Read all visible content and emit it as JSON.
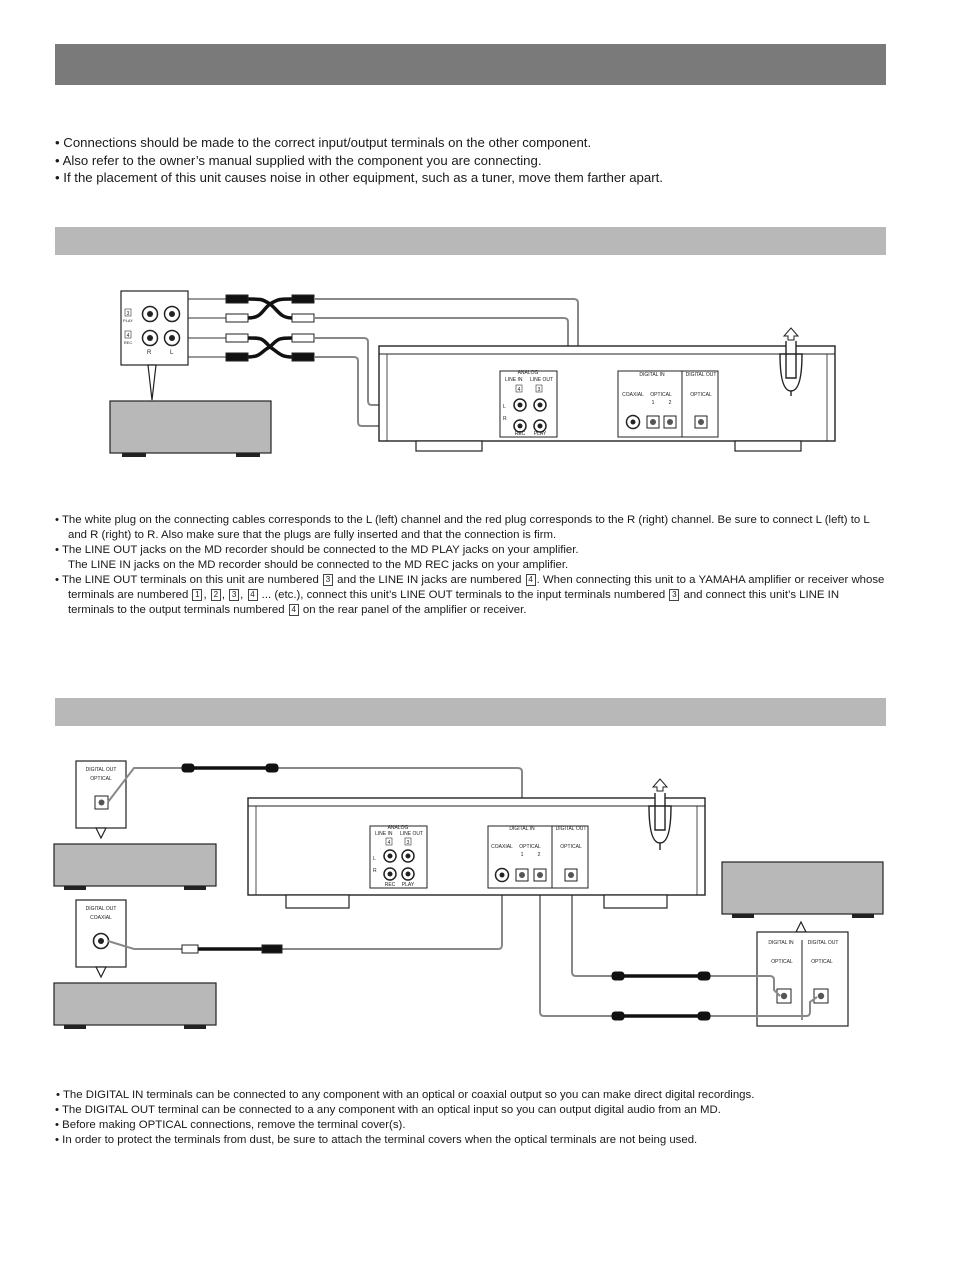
{
  "intro": [
    "Connections should be made to the correct input/output terminals on the other component.",
    "Also refer to the owner’s manual supplied with the component you are connecting.",
    "If the placement of this unit causes noise in other equipment, such as a tuner, move them farther apart."
  ],
  "bullet": "•",
  "analog_notes": {
    "n1": "The white plug on the connecting cables corresponds to the L (left) channel and the red plug corresponds to the R (right) channel. Be sure to connect L (left) to L and R (right) to R. Also make sure that the plugs are fully inserted and that the connection is firm.",
    "n2a": "The LINE OUT jacks on the MD recorder should be connected to the MD PLAY jacks on your amplifier.",
    "n2b": "The LINE IN jacks on the MD recorder should be connected to the MD REC jacks on your amplifier.",
    "n3": {
      "t1": "The LINE OUT terminals on this unit are numbered",
      "t2": "and the LINE IN jacks are numbered",
      "t3": ". When connecting this unit to a YAMAHA amplifier or receiver whose terminals are numbered",
      "t4": "... (etc.), connect this unit’s LINE OUT terminals to the input terminals numbered",
      "t5": "and connect this unit’s LINE IN terminals to the output terminals numbered",
      "t6": "on the rear panel of the amplifier or receiver.",
      "sep": ",",
      "num1": "1",
      "num2": "2",
      "num3": "3",
      "num4": "4"
    }
  },
  "digital_notes": {
    "n1": "The DIGITAL IN terminals can be connected to any component with an optical or coaxial output so you can make direct digital recordings.",
    "n2": "The DIGITAL OUT terminal can be connected to a any component with an optical input so you can output digital audio from an MD.",
    "n3": "Before making OPTICAL connections, remove the terminal cover(s).",
    "n4": "In order to protect the terminals from dust, be sure to attach the terminal covers when the optical terminals are not being used."
  },
  "panel": {
    "analog": "ANALOG",
    "line_in": "LINE IN",
    "line_out": "LINE OUT",
    "rec": "REC",
    "play": "PLAY",
    "num_in": "4",
    "num_out": "3",
    "L": "L",
    "R": "R",
    "digital_in": "DIGITAL IN",
    "digital_out": "DIGITAL OUT",
    "coaxial": "COAXIAL",
    "optical": "OPTICAL",
    "one": "1",
    "two": "2"
  },
  "amp_jacks": {
    "num3": "3",
    "num4": "4",
    "play": "PLAY",
    "rec": "REC",
    "L": "L",
    "R": "R"
  }
}
